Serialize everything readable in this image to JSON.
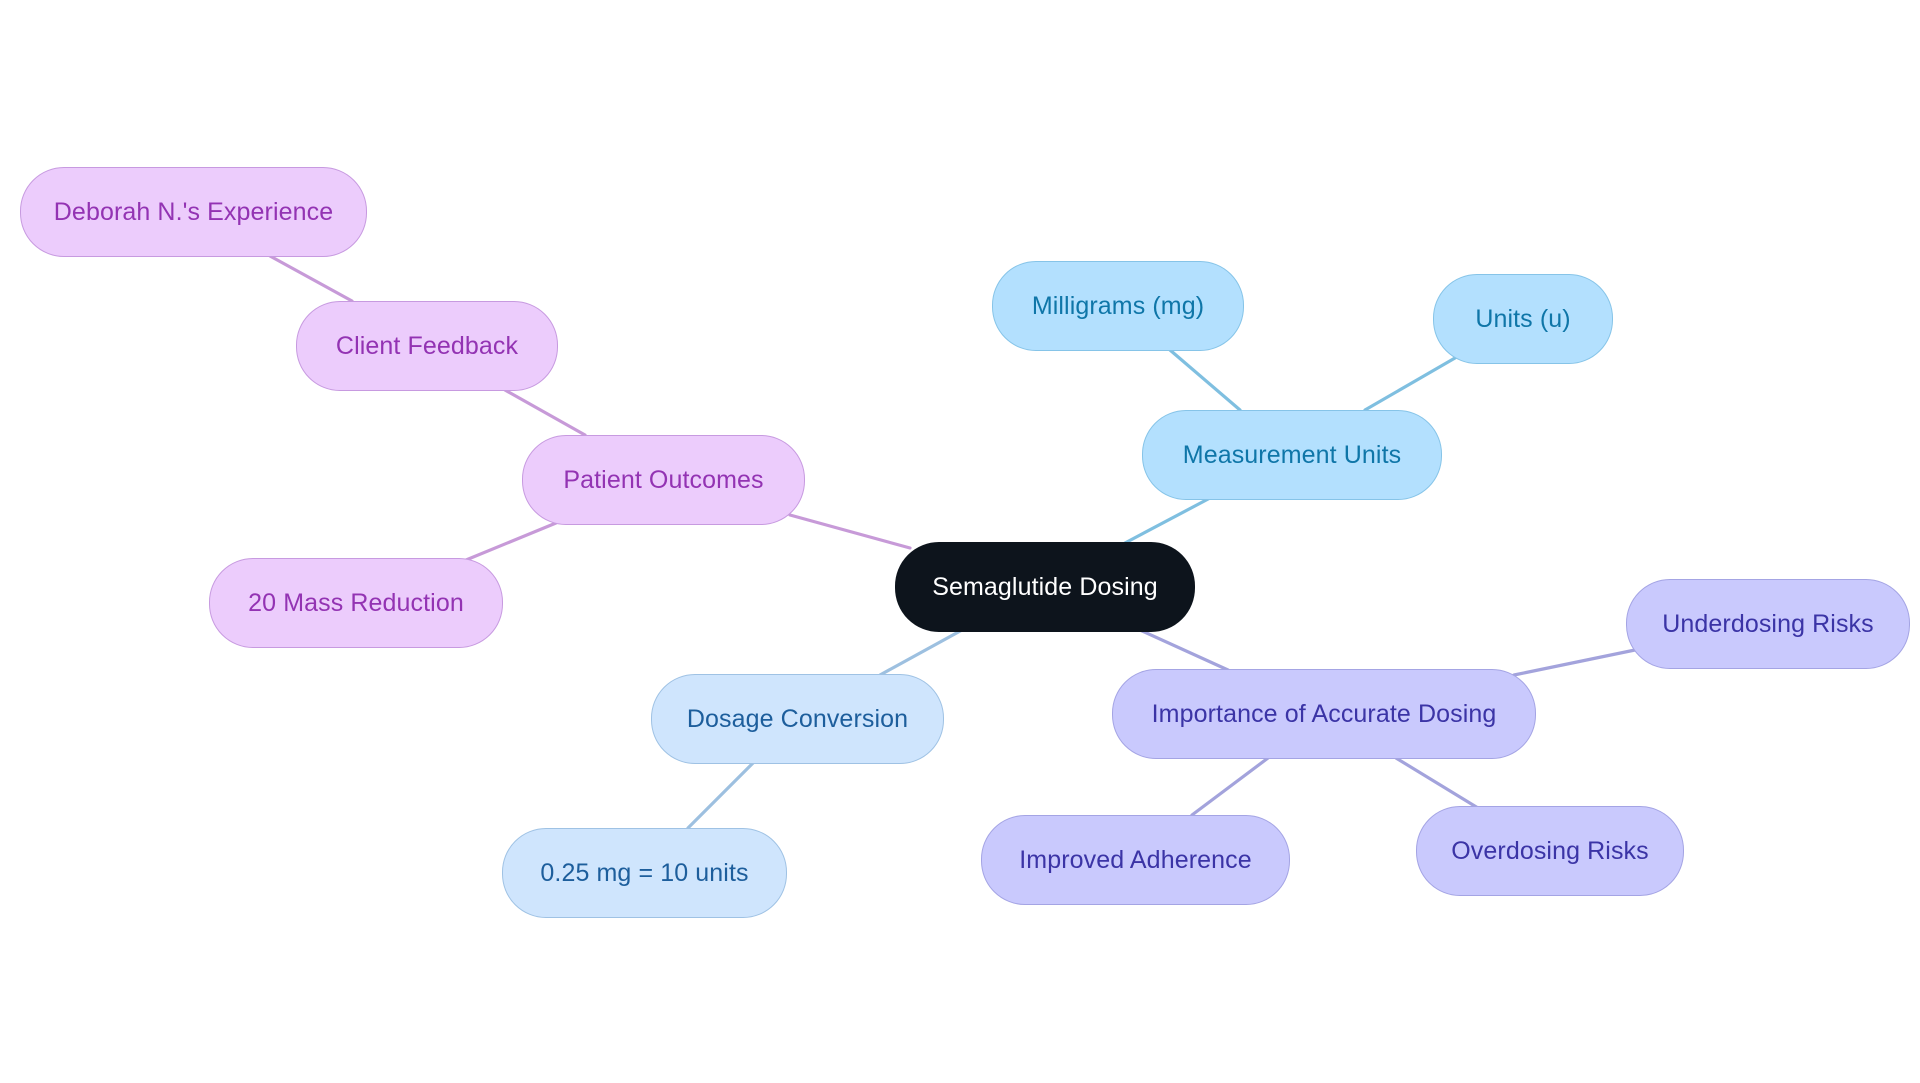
{
  "colors": {
    "background": "#ffffff",
    "root": {
      "fill": "#0d141c",
      "border": "#0d141c",
      "text": "#ffffff"
    },
    "patient_outcomes": {
      "fill": "#ecccfc",
      "border": "#c79ae0",
      "text": "#9333b3",
      "line": "#c79ad8"
    },
    "measurement_units": {
      "fill": "#b3e0fe",
      "border": "#86c4e8",
      "text": "#0f76a8",
      "line": "#7fbfe0"
    },
    "dosage_conversion": {
      "fill": "#cfe5fd",
      "border": "#9fc2e4",
      "text": "#1d5e9c",
      "line": "#9dc0e0"
    },
    "accurate_dosing": {
      "fill": "#c9c9fd",
      "border": "#a4a4e4",
      "text": "#3b34a6",
      "line": "#a3a3dc"
    }
  },
  "nodes": [
    {
      "id": "root",
      "label": "Semaglutide Dosing",
      "group": "root"
    },
    {
      "id": "patient-outcomes",
      "label": "Patient Outcomes",
      "group": "patient_outcomes",
      "parent": "root"
    },
    {
      "id": "client-feedback",
      "label": "Client Feedback",
      "group": "patient_outcomes",
      "parent": "patient-outcomes"
    },
    {
      "id": "deborah-experience",
      "label": "Deborah N.'s Experience",
      "group": "patient_outcomes",
      "parent": "client-feedback"
    },
    {
      "id": "mass-reduction",
      "label": "20 Mass Reduction",
      "group": "patient_outcomes",
      "parent": "patient-outcomes"
    },
    {
      "id": "measurement-units",
      "label": "Measurement Units",
      "group": "measurement_units",
      "parent": "root"
    },
    {
      "id": "milligrams",
      "label": "Milligrams (mg)",
      "group": "measurement_units",
      "parent": "measurement-units"
    },
    {
      "id": "units-u",
      "label": "Units (u)",
      "group": "measurement_units",
      "parent": "measurement-units"
    },
    {
      "id": "dosage-conversion",
      "label": "Dosage Conversion",
      "group": "dosage_conversion",
      "parent": "root"
    },
    {
      "id": "conversion-value",
      "label": "0.25 mg = 10 units",
      "group": "dosage_conversion",
      "parent": "dosage-conversion"
    },
    {
      "id": "accurate-dosing",
      "label": "Importance of Accurate Dosing",
      "group": "accurate_dosing",
      "parent": "root"
    },
    {
      "id": "underdosing-risks",
      "label": "Underdosing Risks",
      "group": "accurate_dosing",
      "parent": "accurate-dosing"
    },
    {
      "id": "overdosing-risks",
      "label": "Overdosing Risks",
      "group": "accurate_dosing",
      "parent": "accurate-dosing"
    },
    {
      "id": "improved-adherence",
      "label": "Improved Adherence",
      "group": "accurate_dosing",
      "parent": "accurate-dosing"
    }
  ]
}
